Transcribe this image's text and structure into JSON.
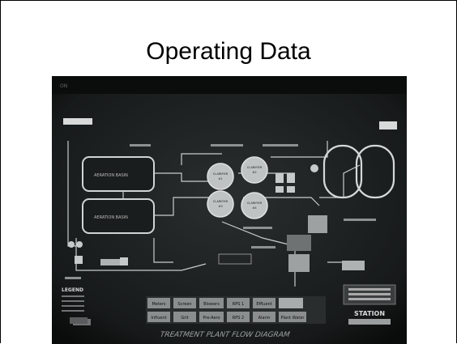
{
  "slide": {
    "title": "Operating Data"
  },
  "screen": {
    "button_labels": [
      "Meters",
      "Screen",
      "Blowers",
      "RPS 1",
      "Effluent",
      "Influent",
      "Grit",
      "Pre-Aero",
      "RPS 2",
      "Alarm",
      "Plant Water"
    ],
    "station_label": "STATION",
    "banner_text": "TREATMENT PLANT FLOW DIAGRAM",
    "clarifier_label": "CLARIFIER",
    "clarifier_numbers": [
      "#1",
      "#2",
      "#3",
      "#4"
    ],
    "aeration_label": "AERATION BASIN",
    "legend_title": "LEGEND"
  },
  "colors": {
    "background": "#ffffff",
    "title_text": "#000000",
    "screen_bg": "#1c1f1f",
    "screen_lines": "#c8cccc",
    "button_fill": "#8a8e8e"
  }
}
